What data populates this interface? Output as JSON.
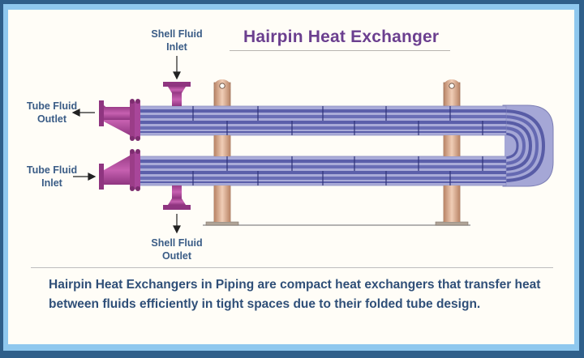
{
  "title": "Hairpin Heat Exchanger",
  "labels": {
    "shell_inlet": [
      "Shell Fluid",
      "Inlet"
    ],
    "shell_outlet": [
      "Shell Fluid",
      "Outlet"
    ],
    "tube_outlet": [
      "Tube Fluid",
      "Outlet"
    ],
    "tube_inlet": [
      "Tube Fluid",
      "Inlet"
    ]
  },
  "caption": "Hairpin Heat Exchangers in Piping are compact heat exchangers that transfer heat between fluids efficiently in tight spaces due to their folded tube design.",
  "colors": {
    "frame_dark": "#2f5f8a",
    "frame_light": "#8fc8ee",
    "panel_bg": "#fffdf7",
    "title": "#6b3f8f",
    "label": "#3a5c86",
    "tube_blue": "#5b5faa",
    "tube_light": "#9a9dd0",
    "nozzle_magenta": "#b0489a",
    "support_tan": "#d9a98c"
  }
}
